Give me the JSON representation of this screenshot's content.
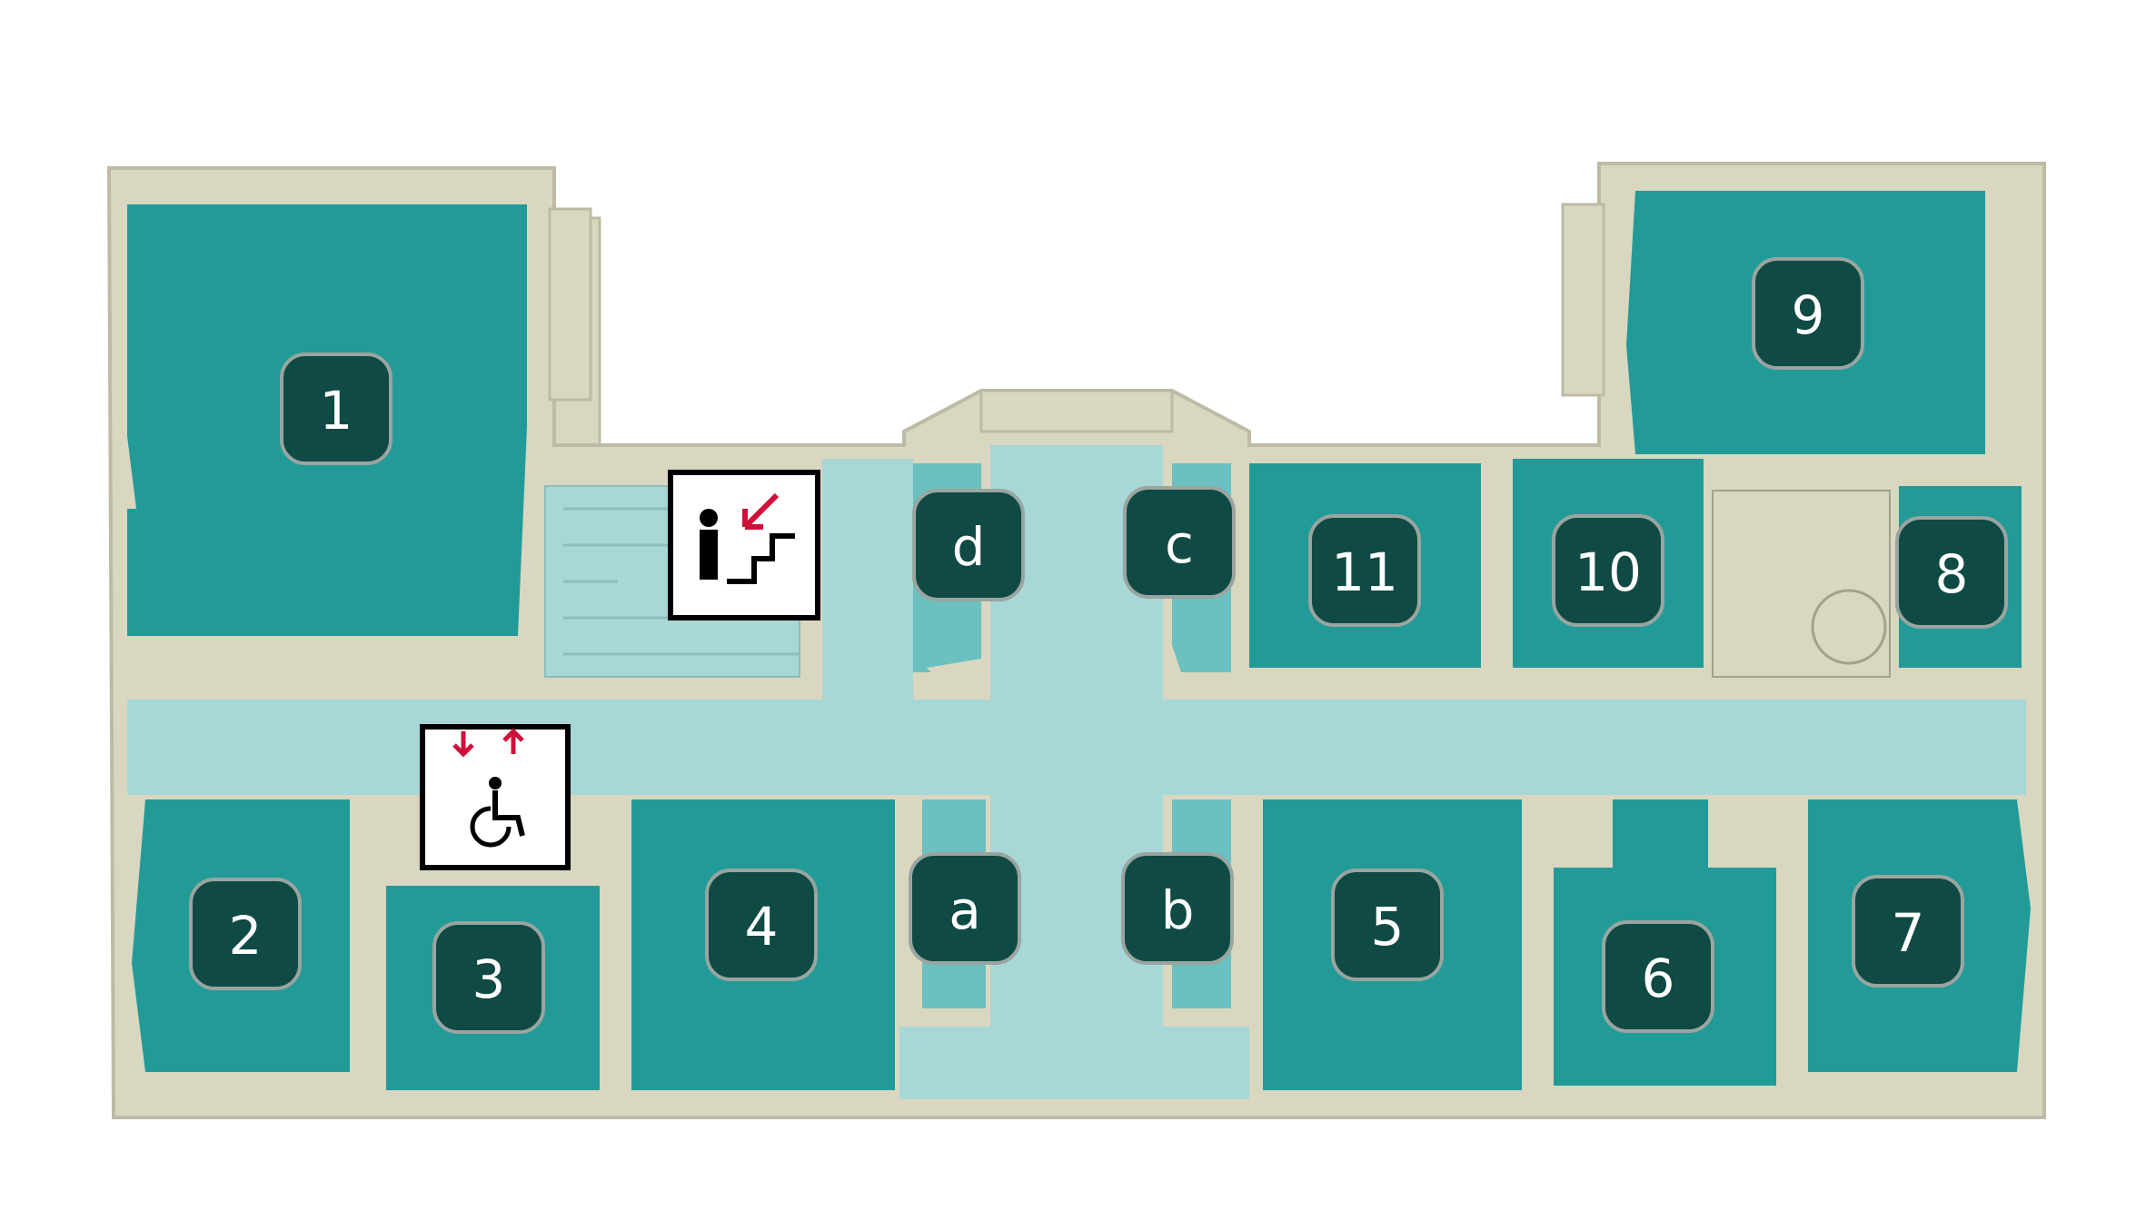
{
  "colors": {
    "background": "#ffffff",
    "wall": "#d9d7c0",
    "wall_outline": "#bdbba5",
    "room_fill": "#229b98",
    "corridor_fill": "#a7d7d7",
    "small_room_fill": "#6cc0c0",
    "badge_fill": "#0f4a45",
    "badge_stroke": "#9aa5a0",
    "label_color": "#ffffff",
    "staircase_fill": "#d9d7c0",
    "staircase_line": "#a3a18d",
    "pictogram_frame": "#000000",
    "pictogram_arrow": "#d0103a"
  },
  "rooms": [
    {
      "id": "1",
      "label": "1"
    },
    {
      "id": "2",
      "label": "2"
    },
    {
      "id": "3",
      "label": "3"
    },
    {
      "id": "4",
      "label": "4"
    },
    {
      "id": "5",
      "label": "5"
    },
    {
      "id": "6",
      "label": "6"
    },
    {
      "id": "7",
      "label": "7"
    },
    {
      "id": "8",
      "label": "8"
    },
    {
      "id": "9",
      "label": "9"
    },
    {
      "id": "10",
      "label": "10"
    },
    {
      "id": "11",
      "label": "11"
    },
    {
      "id": "a",
      "label": "a"
    },
    {
      "id": "b",
      "label": "b"
    },
    {
      "id": "c",
      "label": "c"
    },
    {
      "id": "d",
      "label": "d"
    }
  ],
  "icons": {
    "stairs": "stairs-down-icon",
    "elevator": "accessible-elevator-icon"
  }
}
